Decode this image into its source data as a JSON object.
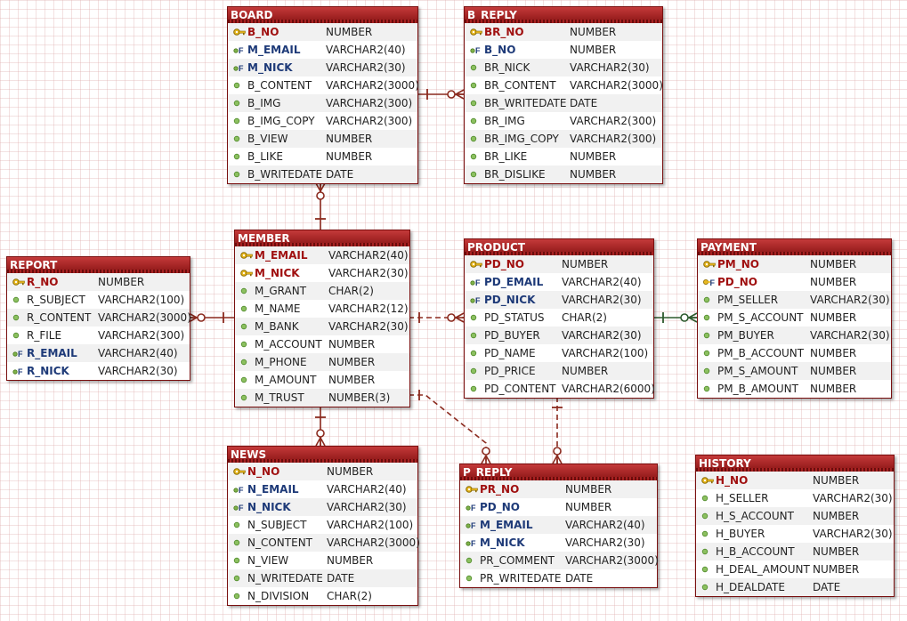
{
  "entities": [
    {
      "name": "BOARD",
      "cols": [
        {
          "n": "B_NO",
          "t": "NUMBER",
          "k": "pk"
        },
        {
          "n": "M_EMAIL",
          "t": "VARCHAR2(40)",
          "k": "fk"
        },
        {
          "n": "M_NICK",
          "t": "VARCHAR2(30)",
          "k": "fk"
        },
        {
          "n": "B_CONTENT",
          "t": "VARCHAR2(3000)",
          "k": ""
        },
        {
          "n": "B_IMG",
          "t": "VARCHAR2(300)",
          "k": ""
        },
        {
          "n": "B_IMG_COPY",
          "t": "VARCHAR2(300)",
          "k": ""
        },
        {
          "n": "B_VIEW",
          "t": "NUMBER",
          "k": ""
        },
        {
          "n": "B_LIKE",
          "t": "NUMBER",
          "k": ""
        },
        {
          "n": "B_WRITEDATE",
          "t": "DATE",
          "k": ""
        }
      ]
    },
    {
      "name": "B_REPLY",
      "cols": [
        {
          "n": "BR_NO",
          "t": "NUMBER",
          "k": "pk"
        },
        {
          "n": "B_NO",
          "t": "NUMBER",
          "k": "fk"
        },
        {
          "n": "BR_NICK",
          "t": "VARCHAR2(30)",
          "k": ""
        },
        {
          "n": "BR_CONTENT",
          "t": "VARCHAR2(3000)",
          "k": ""
        },
        {
          "n": "BR_WRITEDATE",
          "t": "DATE",
          "k": ""
        },
        {
          "n": "BR_IMG",
          "t": "VARCHAR2(300)",
          "k": ""
        },
        {
          "n": "BR_IMG_COPY",
          "t": "VARCHAR2(300)",
          "k": ""
        },
        {
          "n": "BR_LIKE",
          "t": "NUMBER",
          "k": ""
        },
        {
          "n": "BR_DISLIKE",
          "t": "NUMBER",
          "k": ""
        }
      ]
    },
    {
      "name": "MEMBER",
      "cols": [
        {
          "n": "M_EMAIL",
          "t": "VARCHAR2(40)",
          "k": "pk"
        },
        {
          "n": "M_NICK",
          "t": "VARCHAR2(30)",
          "k": "pk"
        },
        {
          "n": "M_GRANT",
          "t": "CHAR(2)",
          "k": ""
        },
        {
          "n": "M_NAME",
          "t": "VARCHAR2(12)",
          "k": ""
        },
        {
          "n": "M_BANK",
          "t": "VARCHAR2(30)",
          "k": ""
        },
        {
          "n": "M_ACCOUNT",
          "t": "NUMBER",
          "k": ""
        },
        {
          "n": "M_PHONE",
          "t": "NUMBER",
          "k": ""
        },
        {
          "n": "M_AMOUNT",
          "t": "NUMBER",
          "k": ""
        },
        {
          "n": "M_TRUST",
          "t": "NUMBER(3)",
          "k": ""
        }
      ]
    },
    {
      "name": "REPORT",
      "cols": [
        {
          "n": "R_NO",
          "t": "NUMBER",
          "k": "pk"
        },
        {
          "n": "R_SUBJECT",
          "t": "VARCHAR2(100)",
          "k": ""
        },
        {
          "n": "R_CONTENT",
          "t": "VARCHAR2(3000)",
          "k": ""
        },
        {
          "n": "R_FILE",
          "t": "VARCHAR2(300)",
          "k": ""
        },
        {
          "n": "R_EMAIL",
          "t": "VARCHAR2(40)",
          "k": "fk"
        },
        {
          "n": "R_NICK",
          "t": "VARCHAR2(30)",
          "k": "fk"
        }
      ]
    },
    {
      "name": "PRODUCT",
      "cols": [
        {
          "n": "PD_NO",
          "t": "NUMBER",
          "k": "pk"
        },
        {
          "n": "PD_EMAIL",
          "t": "VARCHAR2(40)",
          "k": "fk"
        },
        {
          "n": "PD_NICK",
          "t": "VARCHAR2(30)",
          "k": "fk"
        },
        {
          "n": "PD_STATUS",
          "t": "CHAR(2)",
          "k": ""
        },
        {
          "n": "PD_BUYER",
          "t": "VARCHAR2(30)",
          "k": ""
        },
        {
          "n": "PD_NAME",
          "t": "VARCHAR2(100)",
          "k": ""
        },
        {
          "n": "PD_PRICE",
          "t": "NUMBER",
          "k": ""
        },
        {
          "n": "PD_CONTENT",
          "t": "VARCHAR2(6000)",
          "k": ""
        }
      ]
    },
    {
      "name": "PAYMENT",
      "cols": [
        {
          "n": "PM_NO",
          "t": "NUMBER",
          "k": "pk"
        },
        {
          "n": "PD_NO",
          "t": "NUMBER",
          "k": "pkfk"
        },
        {
          "n": "PM_SELLER",
          "t": "VARCHAR2(30)",
          "k": ""
        },
        {
          "n": "PM_S_ACCOUNT",
          "t": "NUMBER",
          "k": ""
        },
        {
          "n": "PM_BUYER",
          "t": "VARCHAR2(30)",
          "k": ""
        },
        {
          "n": "PM_B_ACCOUNT",
          "t": "NUMBER",
          "k": ""
        },
        {
          "n": "PM_S_AMOUNT",
          "t": "NUMBER",
          "k": ""
        },
        {
          "n": "PM_B_AMOUNT",
          "t": "NUMBER",
          "k": ""
        }
      ]
    },
    {
      "name": "NEWS",
      "cols": [
        {
          "n": "N_NO",
          "t": "NUMBER",
          "k": "pk"
        },
        {
          "n": "N_EMAIL",
          "t": "VARCHAR2(40)",
          "k": "fk"
        },
        {
          "n": "N_NICK",
          "t": "VARCHAR2(30)",
          "k": "fk"
        },
        {
          "n": "N_SUBJECT",
          "t": "VARCHAR2(100)",
          "k": ""
        },
        {
          "n": "N_CONTENT",
          "t": "VARCHAR2(3000)",
          "k": ""
        },
        {
          "n": "N_VIEW",
          "t": "NUMBER",
          "k": ""
        },
        {
          "n": "N_WRITEDATE",
          "t": "DATE",
          "k": ""
        },
        {
          "n": "N_DIVISION",
          "t": "CHAR(2)",
          "k": ""
        }
      ]
    },
    {
      "name": "P_REPLY",
      "cols": [
        {
          "n": "PR_NO",
          "t": "NUMBER",
          "k": "pk"
        },
        {
          "n": "PD_NO",
          "t": "NUMBER",
          "k": "fk"
        },
        {
          "n": "M_EMAIL",
          "t": "VARCHAR2(40)",
          "k": "fk"
        },
        {
          "n": "M_NICK",
          "t": "VARCHAR2(30)",
          "k": "fk"
        },
        {
          "n": "PR_COMMENT",
          "t": "VARCHAR2(3000)",
          "k": ""
        },
        {
          "n": "PR_WRITEDATE",
          "t": "DATE",
          "k": ""
        }
      ]
    },
    {
      "name": "HISTORY",
      "cols": [
        {
          "n": "H_NO",
          "t": "NUMBER",
          "k": "pk"
        },
        {
          "n": "H_SELLER",
          "t": "VARCHAR2(30)",
          "k": ""
        },
        {
          "n": "H_S_ACCOUNT",
          "t": "NUMBER",
          "k": ""
        },
        {
          "n": "H_BUYER",
          "t": "VARCHAR2(30)",
          "k": ""
        },
        {
          "n": "H_B_ACCOUNT",
          "t": "NUMBER",
          "k": ""
        },
        {
          "n": "H_DEAL_AMOUNT",
          "t": "NUMBER",
          "k": ""
        },
        {
          "n": "H_DEALDATE",
          "t": "DATE",
          "k": ""
        }
      ]
    }
  ],
  "relationships": [
    {
      "from": "BOARD",
      "to": "B_REPLY",
      "style": "solid",
      "color": "#8b2a1e"
    },
    {
      "from": "MEMBER",
      "to": "BOARD",
      "style": "solid",
      "color": "#8b2a1e"
    },
    {
      "from": "MEMBER",
      "to": "REPORT",
      "style": "solid",
      "color": "#8b2a1e"
    },
    {
      "from": "MEMBER",
      "to": "PRODUCT",
      "style": "dashed",
      "color": "#8b2a1e"
    },
    {
      "from": "MEMBER",
      "to": "NEWS",
      "style": "solid",
      "color": "#8b2a1e"
    },
    {
      "from": "MEMBER",
      "to": "P_REPLY",
      "style": "dashed",
      "color": "#8b2a1e"
    },
    {
      "from": "PRODUCT",
      "to": "P_REPLY",
      "style": "dashed",
      "color": "#8b2a1e"
    },
    {
      "from": "PRODUCT",
      "to": "PAYMENT",
      "style": "solid",
      "color": "#2d5a2d"
    }
  ],
  "icons": {
    "pk": "key-icon",
    "fk": "foreign-key-icon",
    "pkfk": "primary-foreign-key-icon",
    "col": "column-dot-icon"
  },
  "colors": {
    "header": "#a01a1a",
    "pk_text": "#a01010",
    "fk_text": "#1e3a78",
    "relation": "#8b2a1e",
    "relation_payment": "#2d5a2d"
  }
}
